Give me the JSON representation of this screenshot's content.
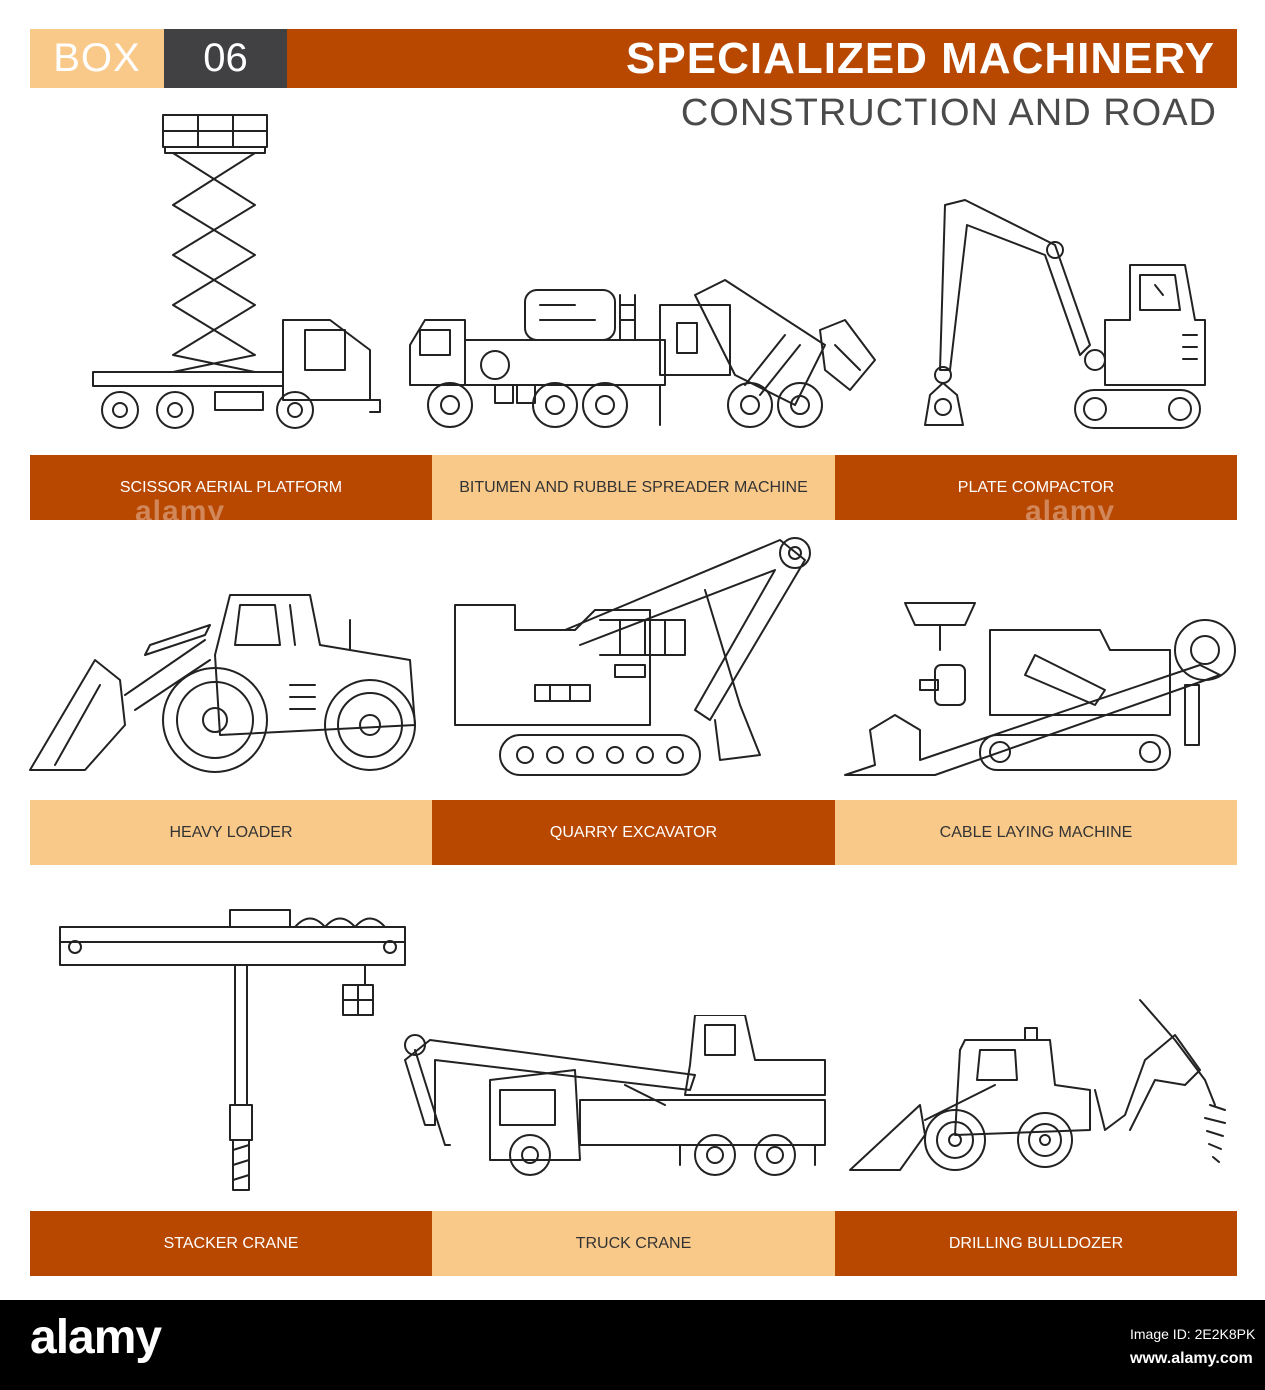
{
  "header": {
    "box_label": "BOX",
    "box_number": "06",
    "title": "SPECIALIZED MACHINERY",
    "subtitle": "CONSTRUCTION AND ROAD"
  },
  "machines": [
    {
      "label": "SCISSOR AERIAL PLATFORM",
      "icon": "scissor-lift-icon"
    },
    {
      "label": "BITUMEN AND RUBBLE SPREADER MACHINE",
      "icon": "spreader-truck-icon"
    },
    {
      "label": "PLATE COMPACTOR",
      "icon": "mini-excavator-compactor-icon"
    },
    {
      "label": "HEAVY LOADER",
      "icon": "wheel-loader-icon"
    },
    {
      "label": "QUARRY EXCAVATOR",
      "icon": "quarry-excavator-icon"
    },
    {
      "label": "CABLE LAYING MACHINE",
      "icon": "cable-layer-icon"
    },
    {
      "label": "STACKER CRANE",
      "icon": "stacker-crane-icon"
    },
    {
      "label": "TRUCK CRANE",
      "icon": "truck-crane-icon"
    },
    {
      "label": "DRILLING BULLDOZER",
      "icon": "drilling-bulldozer-icon"
    }
  ],
  "colors": {
    "dark": "#b84700",
    "light": "#f9c98a",
    "number_bg": "#414042"
  },
  "watermark": {
    "text": "alamy"
  },
  "footer": {
    "logo": "alamy",
    "image_id": "Image ID: 2E2K8PK",
    "url": "www.alamy.com"
  }
}
